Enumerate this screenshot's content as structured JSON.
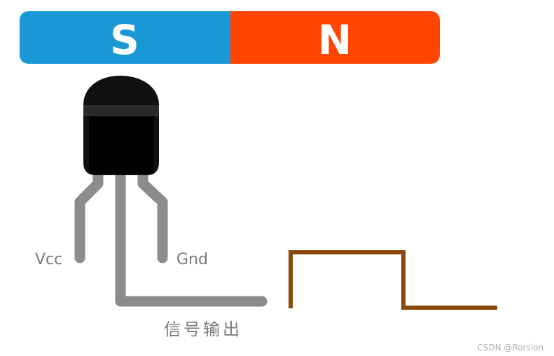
{
  "magnet": {
    "south_label": "S",
    "north_label": "N",
    "south_color": "#1a98d5",
    "north_color": "#ff4500"
  },
  "sensor": {
    "body_color": "#111111",
    "lead_color": "#8c8c8c",
    "pins": {
      "vcc_label": "Vcc",
      "gnd_label": "Gnd"
    },
    "output_label": "信号输出"
  },
  "waveform": {
    "color": "#8b4a0a",
    "levels": [
      "low",
      "high",
      "low"
    ]
  },
  "watermark": "CSDN @Rorsion"
}
